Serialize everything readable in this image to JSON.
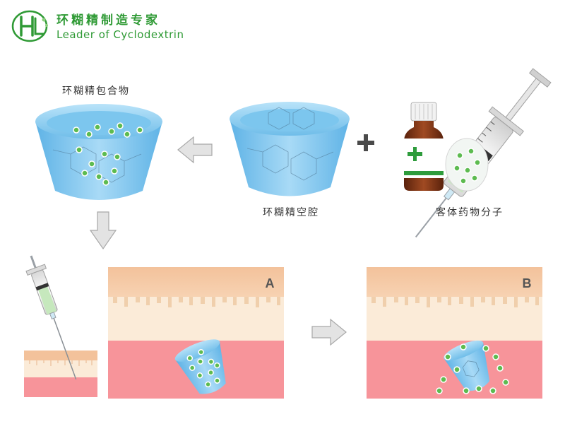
{
  "brand": {
    "name_cn": "环糊精制造专家",
    "tagline_en": "Leader of Cyclodextrin"
  },
  "labels": {
    "inclusion_complex": "环糊精包合物",
    "cyclodextrin_cavity": "环糊精空腔",
    "guest_drug_molecule": "客体药物分子",
    "panel_a": "A",
    "panel_b": "B",
    "plus": "+"
  },
  "colors": {
    "brand_green": "#2f9a35",
    "cyclodextrin_blue": "#7fc4ec",
    "molecule_green": "#5dbb50",
    "skin_epidermis": "#f3c7a0",
    "skin_dermis": "#fbebd8",
    "tissue_pink": "#f7949a",
    "arrow_gray": "#e3e3e3",
    "bottle_brown": "#8a3d1e",
    "cross_green": "#2e9c3c"
  },
  "icons": [
    "hl-logo-icon",
    "left-arrow-icon",
    "down-arrow-icon",
    "right-arrow-icon",
    "plus-icon",
    "syringe-icon",
    "medicine-bottle-icon"
  ]
}
